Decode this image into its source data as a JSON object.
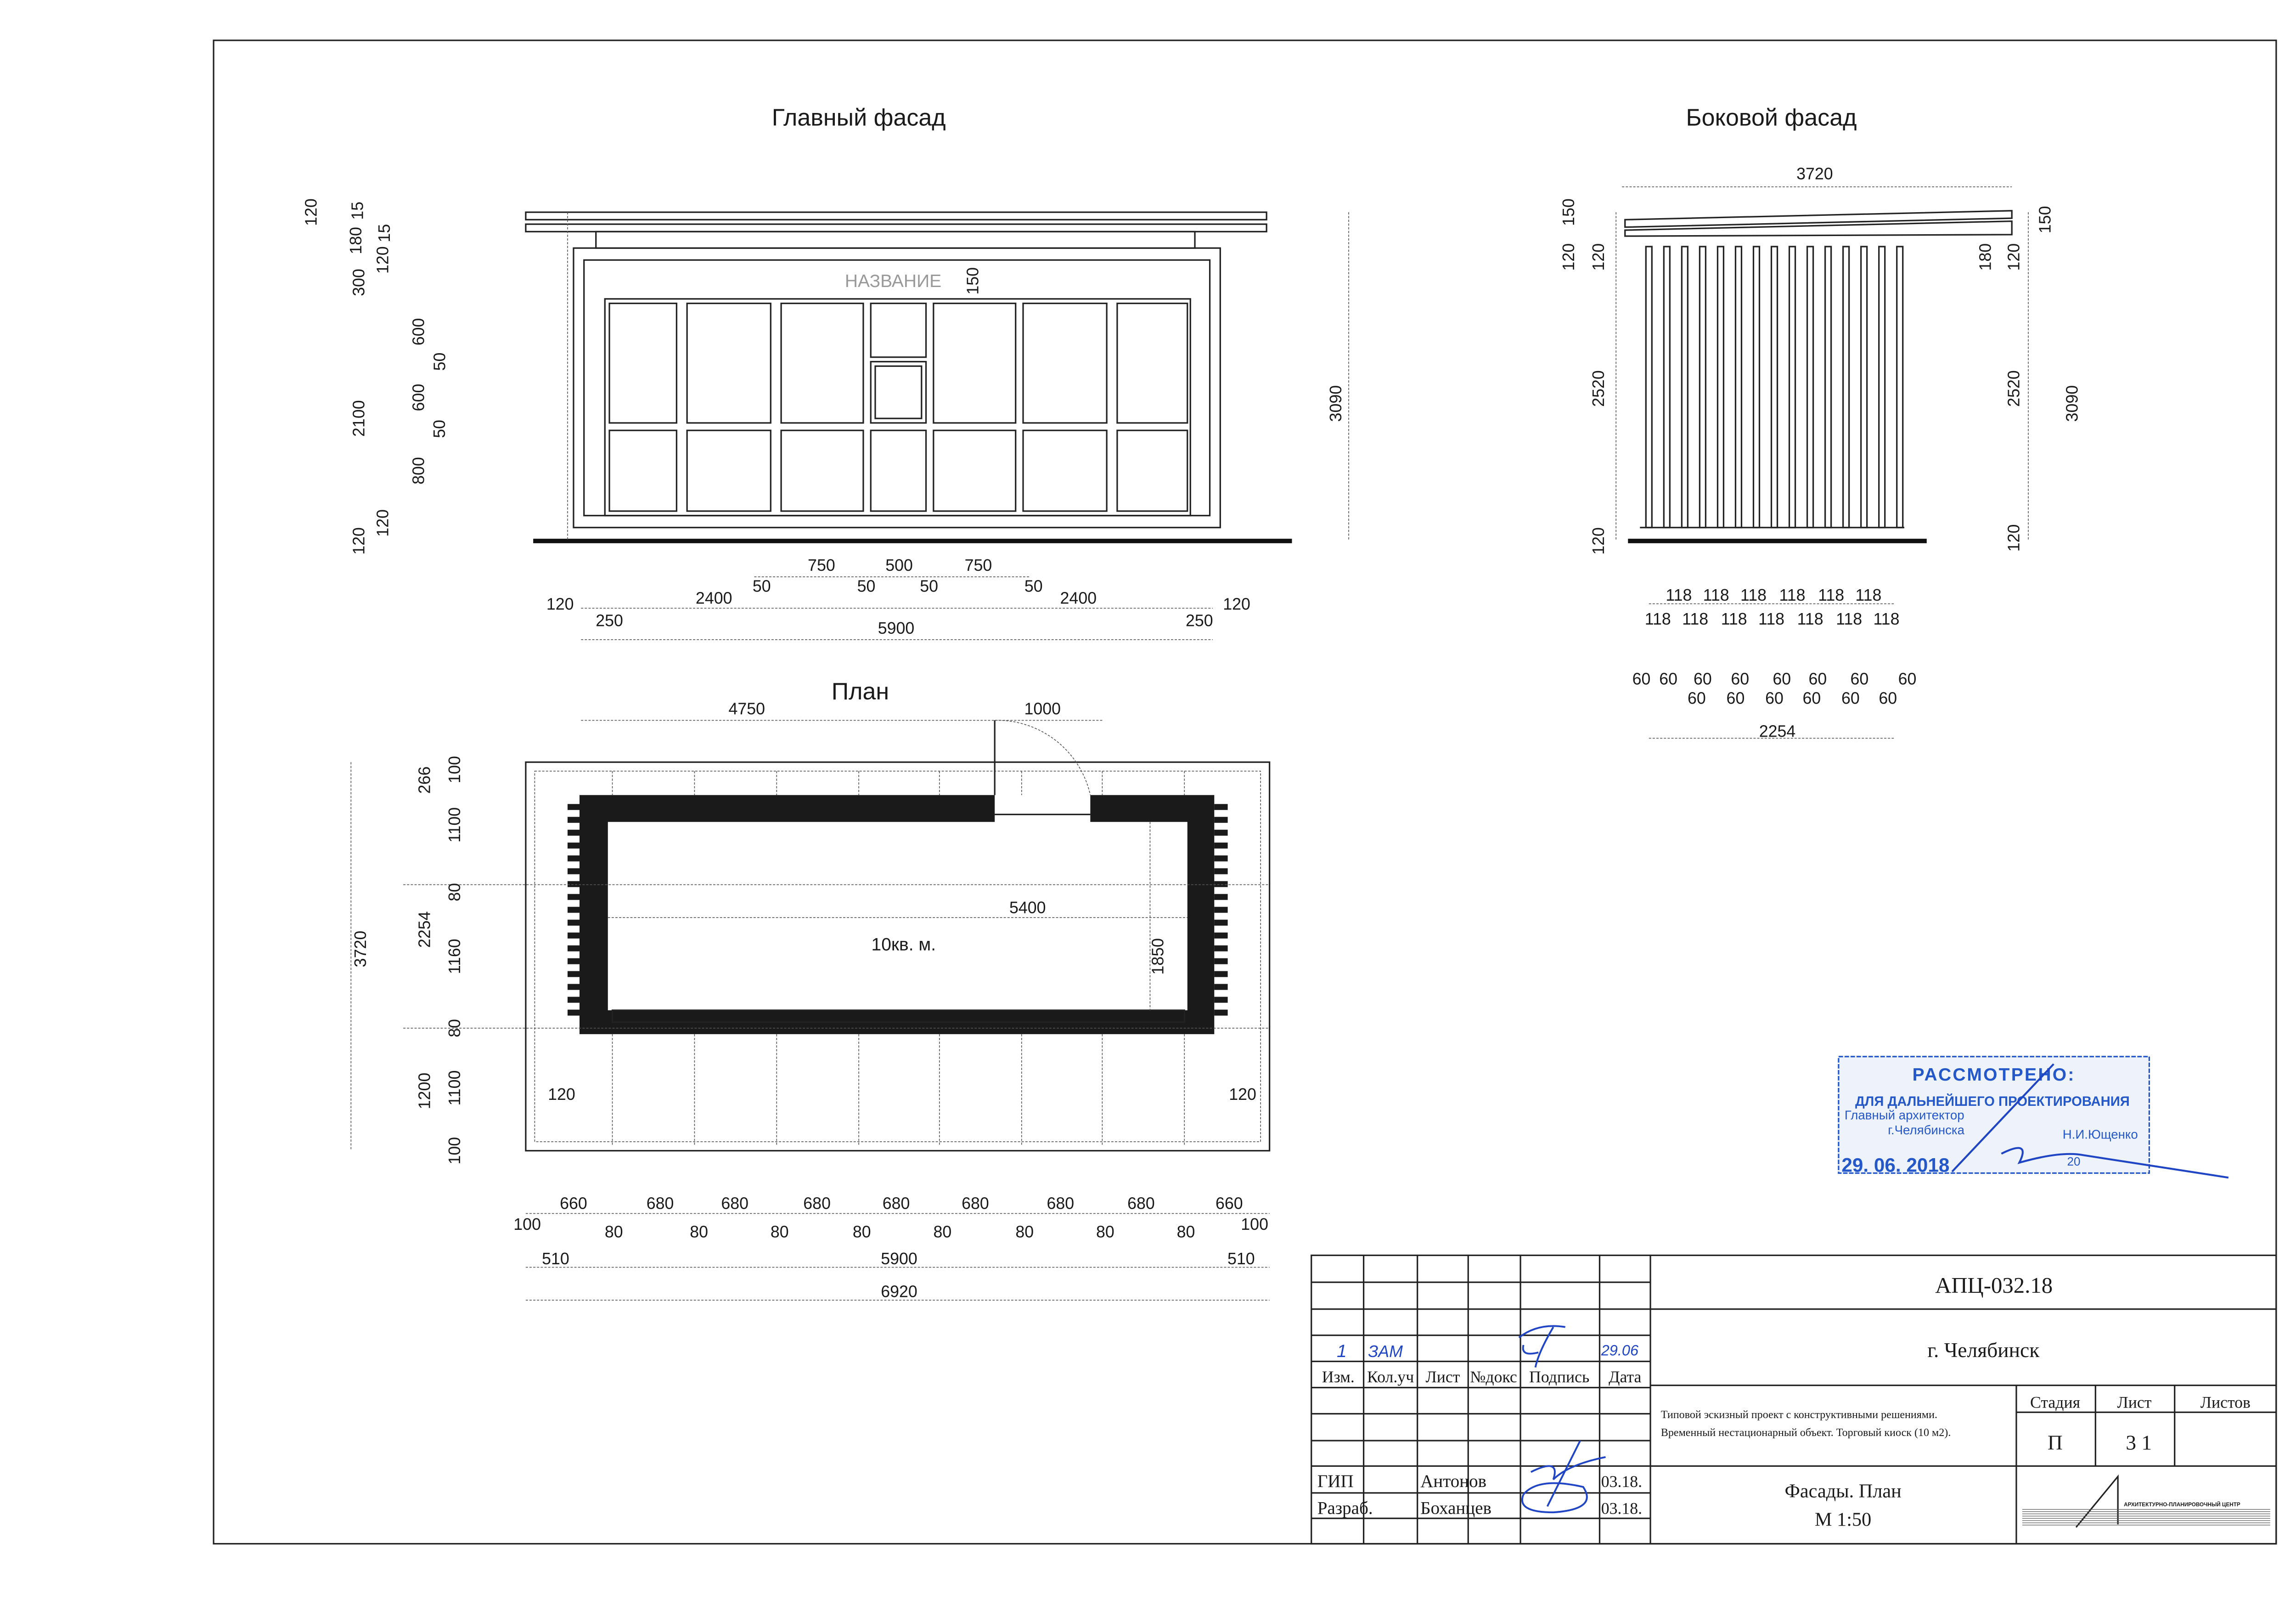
{
  "main_facade": {
    "title": "Главный фасад",
    "name_sign": "НАЗВАНИЕ",
    "dims": [
      "120",
      "15",
      "180",
      "15",
      "120",
      "300",
      "2100",
      "600",
      "50",
      "600",
      "50",
      "800",
      "120",
      "120",
      "150",
      "3090",
      "750",
      "500",
      "750",
      "50",
      "50",
      "50",
      "50",
      "2400",
      "2400",
      "120",
      "120",
      "250",
      "250",
      "5900"
    ]
  },
  "side_facade": {
    "title": "Боковой фасад",
    "dims": [
      "3720",
      "150",
      "120",
      "120",
      "2520",
      "120",
      "150",
      "180",
      "120",
      "2520",
      "3090",
      "120",
      "118",
      "118",
      "118",
      "118",
      "118",
      "118",
      "118",
      "118",
      "118",
      "118",
      "118",
      "118",
      "118",
      "60",
      "60",
      "60",
      "60",
      "60",
      "60",
      "60",
      "60",
      "60",
      "60",
      "60",
      "60",
      "60",
      "60",
      "2254"
    ]
  },
  "plan": {
    "title": "План",
    "area_label": "10кв. м.",
    "dims": [
      "4750",
      "1000",
      "3720",
      "266",
      "100",
      "2254",
      "1100",
      "80",
      "1160",
      "80",
      "1200",
      "1100",
      "100",
      "5400",
      "1850",
      "120",
      "120",
      "660",
      "680",
      "680",
      "680",
      "680",
      "680",
      "680",
      "680",
      "660",
      "100",
      "80",
      "80",
      "80",
      "80",
      "80",
      "80",
      "80",
      "80",
      "100",
      "510",
      "5900",
      "510",
      "6920"
    ]
  },
  "title_block": {
    "code": "АПЦ-032.18",
    "city": "г. Челябинск",
    "description_lines": [
      "Типовой эскизный проект  с конструктивными решениями.",
      "Временный нестационарный объект. Торговый киоск (10 м2)."
    ],
    "sheet_title": "Фасады. План",
    "scale": "М 1:50",
    "stage_header": "Стадия",
    "sheet_header": "Лист",
    "sheets_header": "Листов",
    "stage": "П",
    "sheet": "3 1",
    "columns": [
      "Изм.",
      "Кол.уч",
      "Лист",
      "№докс",
      "Подпись",
      "Дата"
    ],
    "revision": {
      "izm": "1",
      "kol": "ЗАМ",
      "date": "29.06"
    },
    "roles": [
      {
        "role": "ГИП",
        "name": "Антонов",
        "date": "03.18."
      },
      {
        "role": "Разраб.",
        "name": "Боханцев",
        "date": "03.18."
      }
    ],
    "org_logo_text": "АРХИТЕКТУРНО-ПЛАНИРОВОЧНЫЙ ЦЕНТР"
  },
  "stamp": {
    "title": "РАССМОТРЕНО:",
    "subtitle": "ДЛЯ ДАЛЬНЕЙШЕГО ПРОЕКТИРОВАНИЯ",
    "position": "Главный архитектор",
    "city": "г.Челябинска",
    "person": "Н.И.Ющенко",
    "date": "29. 06. 2018",
    "year_prefix": "20"
  },
  "colors": {
    "ink": "#1a1a1a",
    "stamp_blue": "#2457c8"
  }
}
